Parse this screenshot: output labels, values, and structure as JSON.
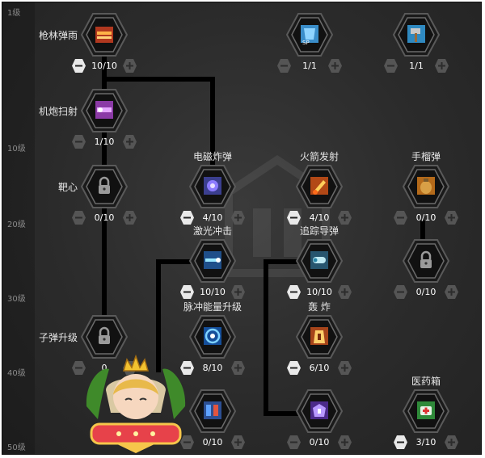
{
  "level_markers": [
    "1级",
    "10级",
    "20级",
    "30级",
    "40级",
    "50级"
  ],
  "skills": [
    {
      "name": "枪林弹雨",
      "count": "10/10",
      "icon": "bullet-storm-icon",
      "minus_enabled": true,
      "plus_enabled": false
    },
    {
      "name": "",
      "count": "1/1",
      "icon": "sp-shield-icon",
      "minus_enabled": false,
      "plus_enabled": false
    },
    {
      "name": "",
      "count": "1/1",
      "icon": "hammer-icon",
      "minus_enabled": false,
      "plus_enabled": false
    },
    {
      "name": "机炮扫射",
      "count": "1/10",
      "icon": "cannon-sweep-icon",
      "minus_enabled": false,
      "plus_enabled": false
    },
    {
      "name": "靶心",
      "count": "0/10",
      "icon": "lock-icon",
      "minus_enabled": false,
      "plus_enabled": false
    },
    {
      "name": "电磁炸弹",
      "count": "4/10",
      "icon": "emp-bomb-icon",
      "minus_enabled": true,
      "plus_enabled": false
    },
    {
      "name": "火箭发射",
      "count": "4/10",
      "icon": "rocket-launch-icon",
      "minus_enabled": true,
      "plus_enabled": false
    },
    {
      "name": "手榴弹",
      "count": "0/10",
      "icon": "grenade-icon",
      "minus_enabled": false,
      "plus_enabled": false
    },
    {
      "name": "激光冲击",
      "count": "10/10",
      "icon": "laser-impact-icon",
      "minus_enabled": true,
      "plus_enabled": false
    },
    {
      "name": "追踪导弹",
      "count": "10/10",
      "icon": "homing-missile-icon",
      "minus_enabled": true,
      "plus_enabled": false
    },
    {
      "name": "",
      "count": "0/10",
      "icon": "lock-icon",
      "minus_enabled": false,
      "plus_enabled": false
    },
    {
      "name": "子弹升级",
      "count": "0",
      "icon": "lock-icon",
      "minus_enabled": false,
      "plus_enabled": false
    },
    {
      "name": "脉冲能量升级",
      "count": "8/10",
      "icon": "pulse-energy-icon",
      "minus_enabled": true,
      "plus_enabled": false
    },
    {
      "name": "轰 炸",
      "count": "6/10",
      "icon": "bombard-icon",
      "minus_enabled": true,
      "plus_enabled": false
    },
    {
      "name": "",
      "count": "0/10",
      "icon": "blue-tech-icon",
      "minus_enabled": false,
      "plus_enabled": false
    },
    {
      "name": "",
      "count": "0/10",
      "icon": "purple-armor-icon",
      "minus_enabled": false,
      "plus_enabled": false
    },
    {
      "name": "医药箱",
      "count": "3/10",
      "icon": "medkit-icon",
      "minus_enabled": true,
      "plus_enabled": false
    }
  ],
  "colors": {
    "panel": "#2b2b2b",
    "connector": "#000000",
    "hex_border": "#4a4a4a",
    "text": "#e6e6e6"
  }
}
